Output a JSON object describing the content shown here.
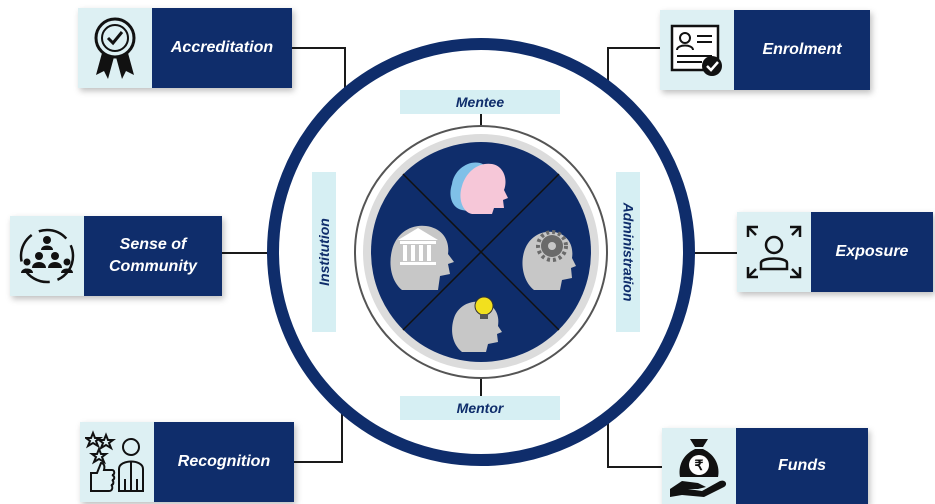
{
  "cards": {
    "accreditation": "Accreditation",
    "enrolment": "Enrolment",
    "community_line1": "Sense of",
    "community_line2": "Community",
    "exposure": "Exposure",
    "recognition": "Recognition",
    "funds": "Funds"
  },
  "tags": {
    "mentee": "Mentee",
    "mentor": "Mentor",
    "institution": "Institution",
    "administration": "Administration"
  },
  "colors": {
    "navy": "#0f2d6b",
    "light_teal": "#d6eff3",
    "connector": "#1a1a1a",
    "gray": "#9a9a9a"
  },
  "icons": [
    "award-ribbon-icon",
    "id-card-check-icon",
    "community-group-icon",
    "focus-person-icon",
    "rupee-money-bag-icon",
    "recognition-thumbs-stars-icon",
    "mentee-heads-icon",
    "institution-head-icon",
    "gear-head-icon",
    "lightbulb-head-icon"
  ]
}
